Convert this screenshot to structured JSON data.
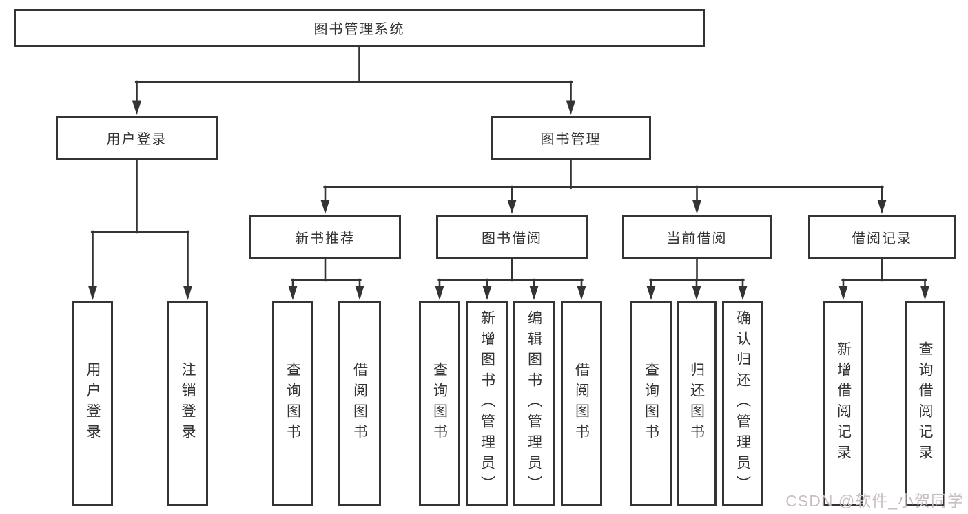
{
  "diagram": {
    "root": {
      "label": "图书管理系统"
    },
    "level2": [
      {
        "id": "user-login",
        "label": "用户登录"
      },
      {
        "id": "book-management",
        "label": "图书管理"
      }
    ],
    "level3": [
      {
        "id": "new-book-recommend",
        "label": "新书推荐",
        "parent": "图书管理"
      },
      {
        "id": "book-borrow",
        "label": "图书借阅",
        "parent": "图书管理"
      },
      {
        "id": "current-borrow",
        "label": "当前借阅",
        "parent": "图书管理"
      },
      {
        "id": "borrow-records",
        "label": "借阅记录",
        "parent": "图书管理"
      }
    ],
    "leaves": {
      "user_login": [
        "用户登录",
        "注销登录"
      ],
      "new_book_recommend": [
        "查询图书",
        "借阅图书"
      ],
      "book_borrow": [
        "查询图书",
        "新增图书（管理员）",
        "编辑图书（管理员）",
        "借阅图书"
      ],
      "current_borrow": [
        "查询图书",
        "归还图书",
        "确认归还（管理员）"
      ],
      "borrow_records": [
        "新增借阅记录",
        "查询借阅记录"
      ]
    },
    "watermark": "CSDN @软件_小贺同学"
  },
  "colors": {
    "line": "#343434",
    "box_border": "#343434",
    "text": "#333333",
    "watermark": "#c9bfc2",
    "background": "#ffffff"
  }
}
